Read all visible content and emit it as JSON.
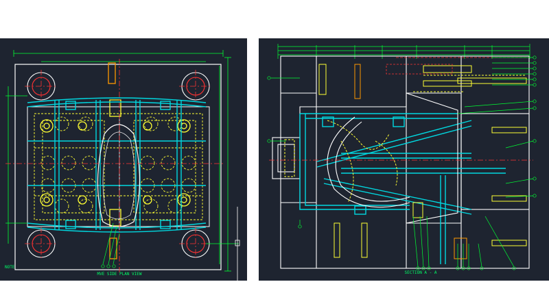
{
  "colors": {
    "background": "#1e2430",
    "outline": "#ffffff",
    "dimension": "#00ff33",
    "hidden_line": "#ffff33",
    "cooling": "#00d8e0",
    "center_line": "#ff3333",
    "accent_orange": "#ff9900"
  },
  "left_view": {
    "caption": "MVE SIDE PLAN VIEW",
    "corner_note": "NOTE"
  },
  "right_view": {
    "caption": "SECTION A - A"
  }
}
